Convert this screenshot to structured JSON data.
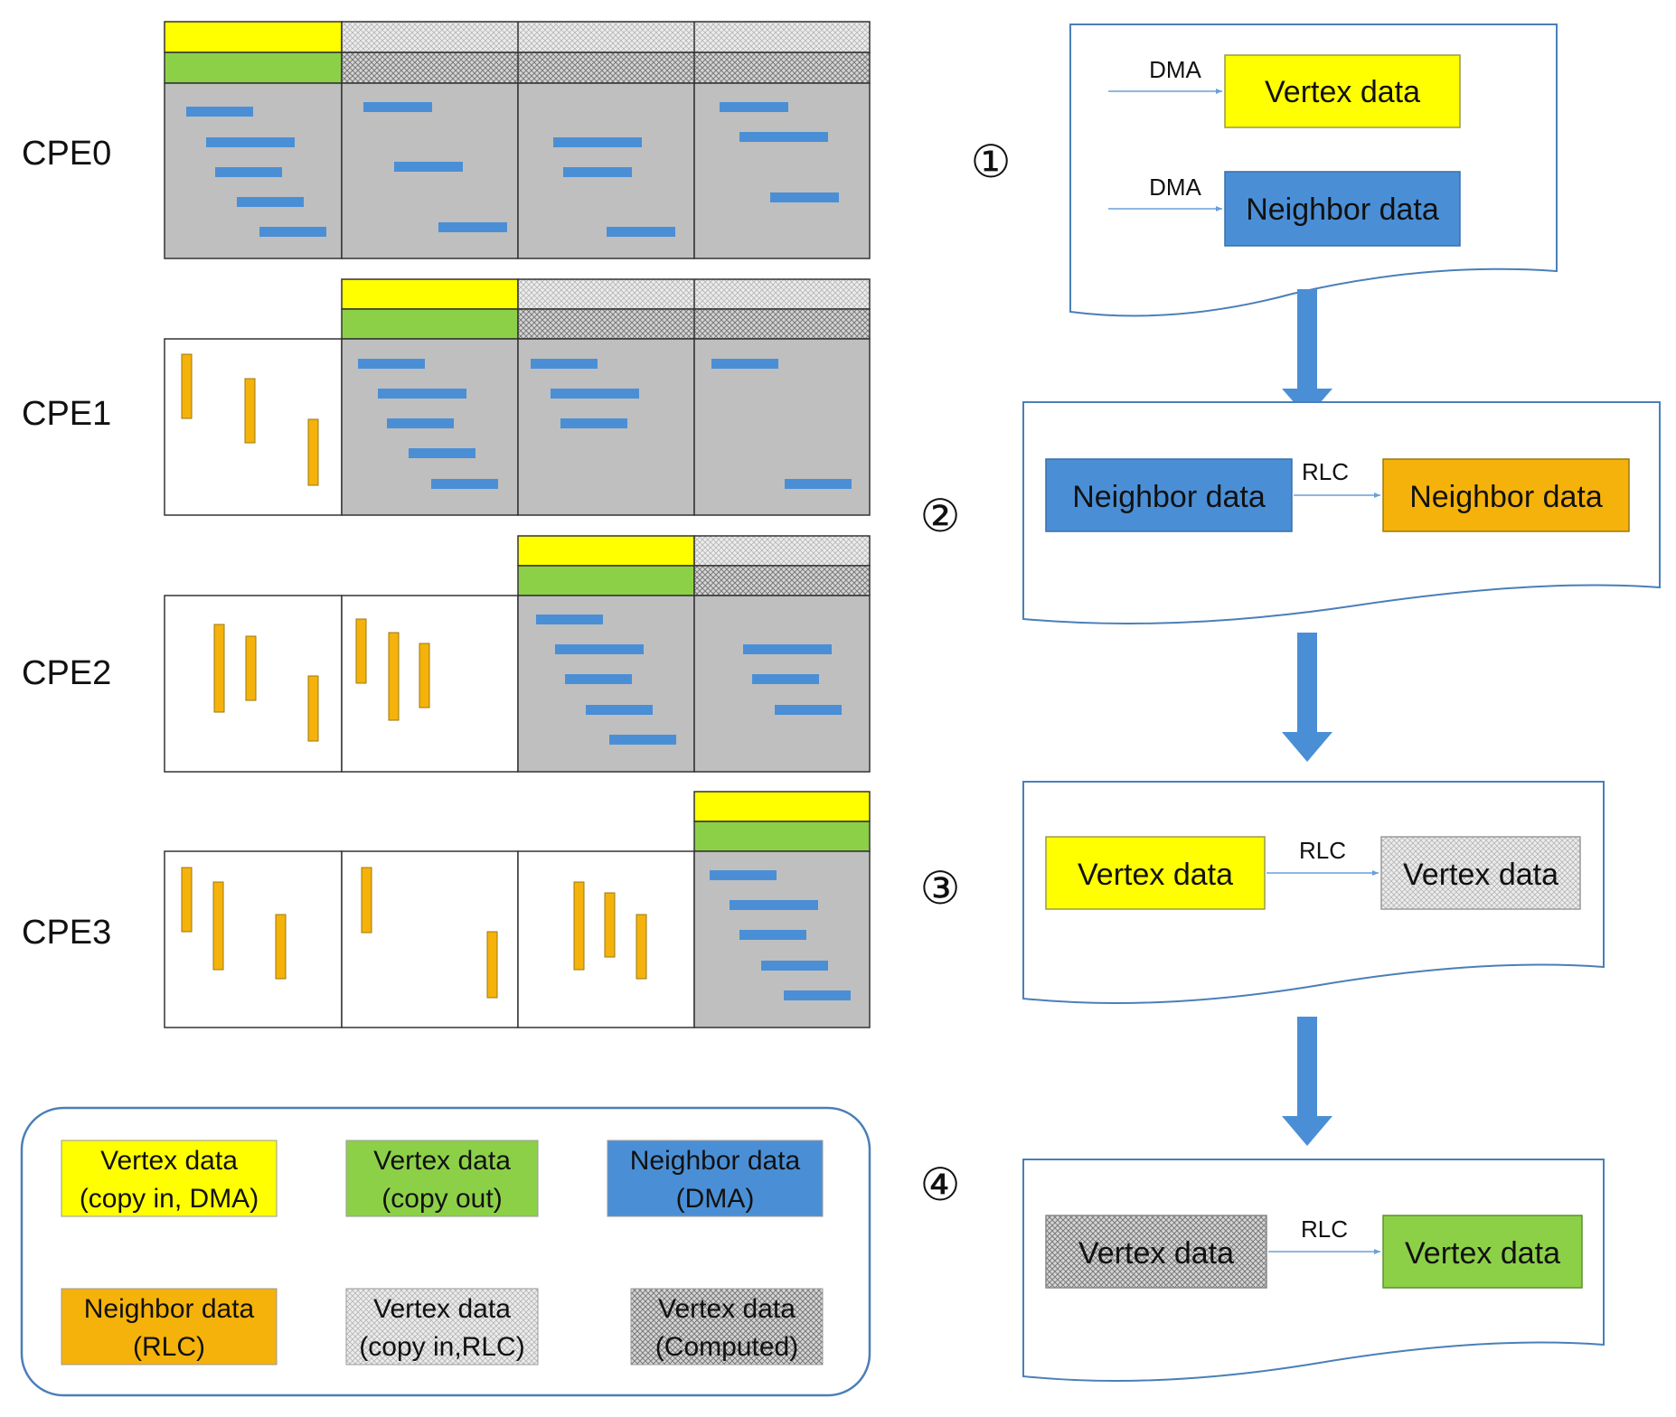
{
  "cpe_labels": [
    "CPE0",
    "CPE1",
    "CPE2",
    "CPE3"
  ],
  "steps": [
    {
      "number": "①",
      "rows": [
        {
          "arrow_label": "DMA",
          "to_label": "Vertex data",
          "to_kind": "vertex_copy_in_dma"
        },
        {
          "arrow_label": "DMA",
          "to_label": "Neighbor data",
          "to_kind": "neighbor_dma"
        }
      ]
    },
    {
      "number": "②",
      "from_label": "Neighbor data",
      "from_kind": "neighbor_dma",
      "arrow_label": "RLC",
      "to_label": "Neighbor data",
      "to_kind": "neighbor_rlc"
    },
    {
      "number": "③",
      "from_label": "Vertex data",
      "from_kind": "vertex_copy_in_dma",
      "arrow_label": "RLC",
      "to_label": "Vertex data",
      "to_kind": "vertex_copy_in_rlc"
    },
    {
      "number": "④",
      "from_label": "Vertex data",
      "from_kind": "vertex_computed",
      "arrow_label": "RLC",
      "to_label": "Vertex data",
      "to_kind": "vertex_copy_out"
    }
  ],
  "legend": [
    {
      "kind": "vertex_copy_in_dma",
      "line1": "Vertex data",
      "line2": "(copy in, DMA)"
    },
    {
      "kind": "vertex_copy_out",
      "line1": "Vertex data",
      "line2": "(copy out)"
    },
    {
      "kind": "neighbor_dma",
      "line1": "Neighbor data",
      "line2": "(DMA)"
    },
    {
      "kind": "neighbor_rlc",
      "line1": "Neighbor data",
      "line2": "(RLC)"
    },
    {
      "kind": "vertex_copy_in_rlc",
      "line1": "Vertex data",
      "line2": "(copy in,RLC)"
    },
    {
      "kind": "vertex_computed",
      "line1": "Vertex data",
      "line2": "(Computed)"
    }
  ],
  "colors": {
    "vertex_copy_in_dma": "#ffff00",
    "vertex_copy_out": "#8cd048",
    "neighbor_dma": "#4a8fd6",
    "neighbor_rlc": "#f5b20a",
    "vertex_copy_in_rlc": "#e6e6e6",
    "vertex_computed": "#cfcfcf",
    "computing_block": "#bfbfbf",
    "flow_arrow": "#4a8fd6"
  }
}
